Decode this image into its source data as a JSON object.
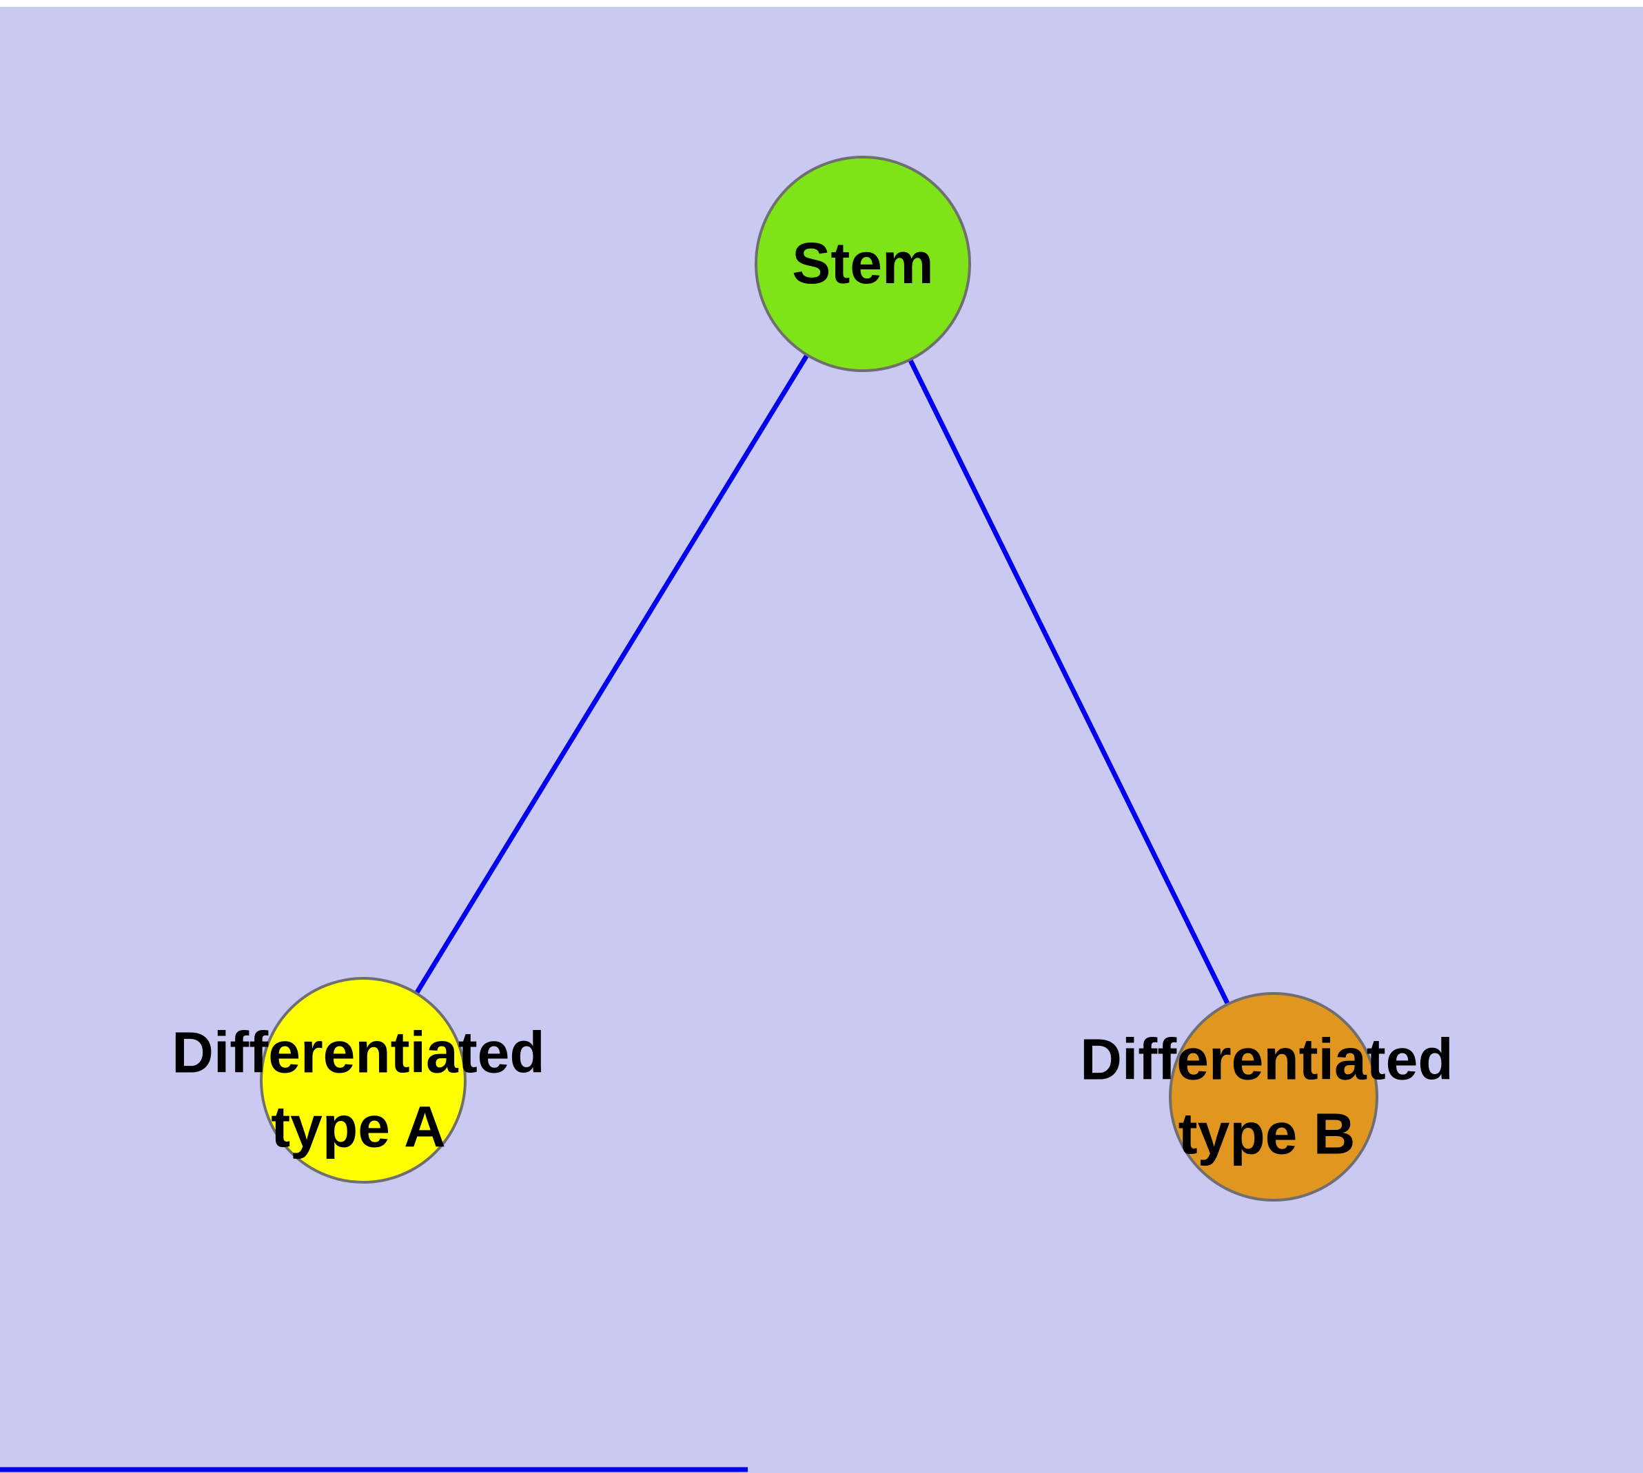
{
  "diagram": {
    "background_color": "#c9c9f2",
    "margin_color": "#ffffff",
    "edge_color": "#0000ee",
    "node_stroke_color": "#6f6f6f",
    "nodes": [
      {
        "id": "stem",
        "label": "Stem",
        "color": "#7fe417"
      },
      {
        "id": "type-a",
        "label": "Differentiated\ntype A",
        "color": "#ffff00"
      },
      {
        "id": "type-b",
        "label": "Differentiated\ntype B",
        "color": "#e0961f"
      }
    ],
    "edges": [
      {
        "from": "stem",
        "to": "type-a"
      },
      {
        "from": "stem",
        "to": "type-b"
      }
    ]
  }
}
